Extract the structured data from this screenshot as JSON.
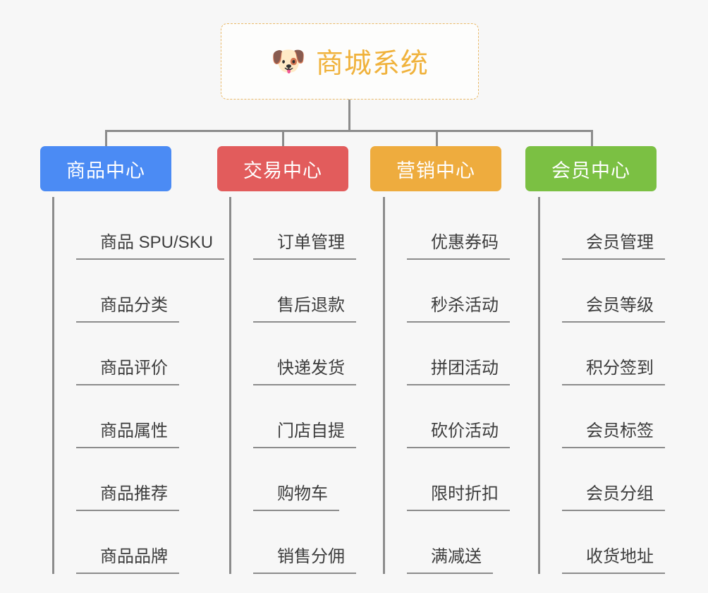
{
  "page": {
    "background_color": "#f7f7f7",
    "type": "mind-map",
    "line_color": "#8c8c8c"
  },
  "root": {
    "title": "商城系统",
    "emoji": "🐶",
    "emoji_name": "shiba-dog-face-emoji",
    "border_color": "#e9b968",
    "text_color": "#f0b23c",
    "background_color": "#fdfdfc"
  },
  "branches": [
    {
      "id": "product-center",
      "label": "商品中心",
      "color": "#4b8bf4",
      "items": [
        "商品 SPU/SKU",
        "商品分类",
        "商品评价",
        "商品属性",
        "商品推荐",
        "商品品牌"
      ]
    },
    {
      "id": "trade-center",
      "label": "交易中心",
      "color": "#e25c5c",
      "items": [
        "订单管理",
        "售后退款",
        "快递发货",
        "门店自提",
        "购物车",
        "销售分佣"
      ]
    },
    {
      "id": "marketing-center",
      "label": "营销中心",
      "color": "#eeac3e",
      "items": [
        "优惠券码",
        "秒杀活动",
        "拼团活动",
        "砍价活动",
        "限时折扣",
        "满减送"
      ]
    },
    {
      "id": "member-center",
      "label": "会员中心",
      "color": "#7bc043",
      "items": [
        "会员管理",
        "会员等级",
        "积分签到",
        "会员标签",
        "会员分组",
        "收货地址"
      ]
    }
  ]
}
